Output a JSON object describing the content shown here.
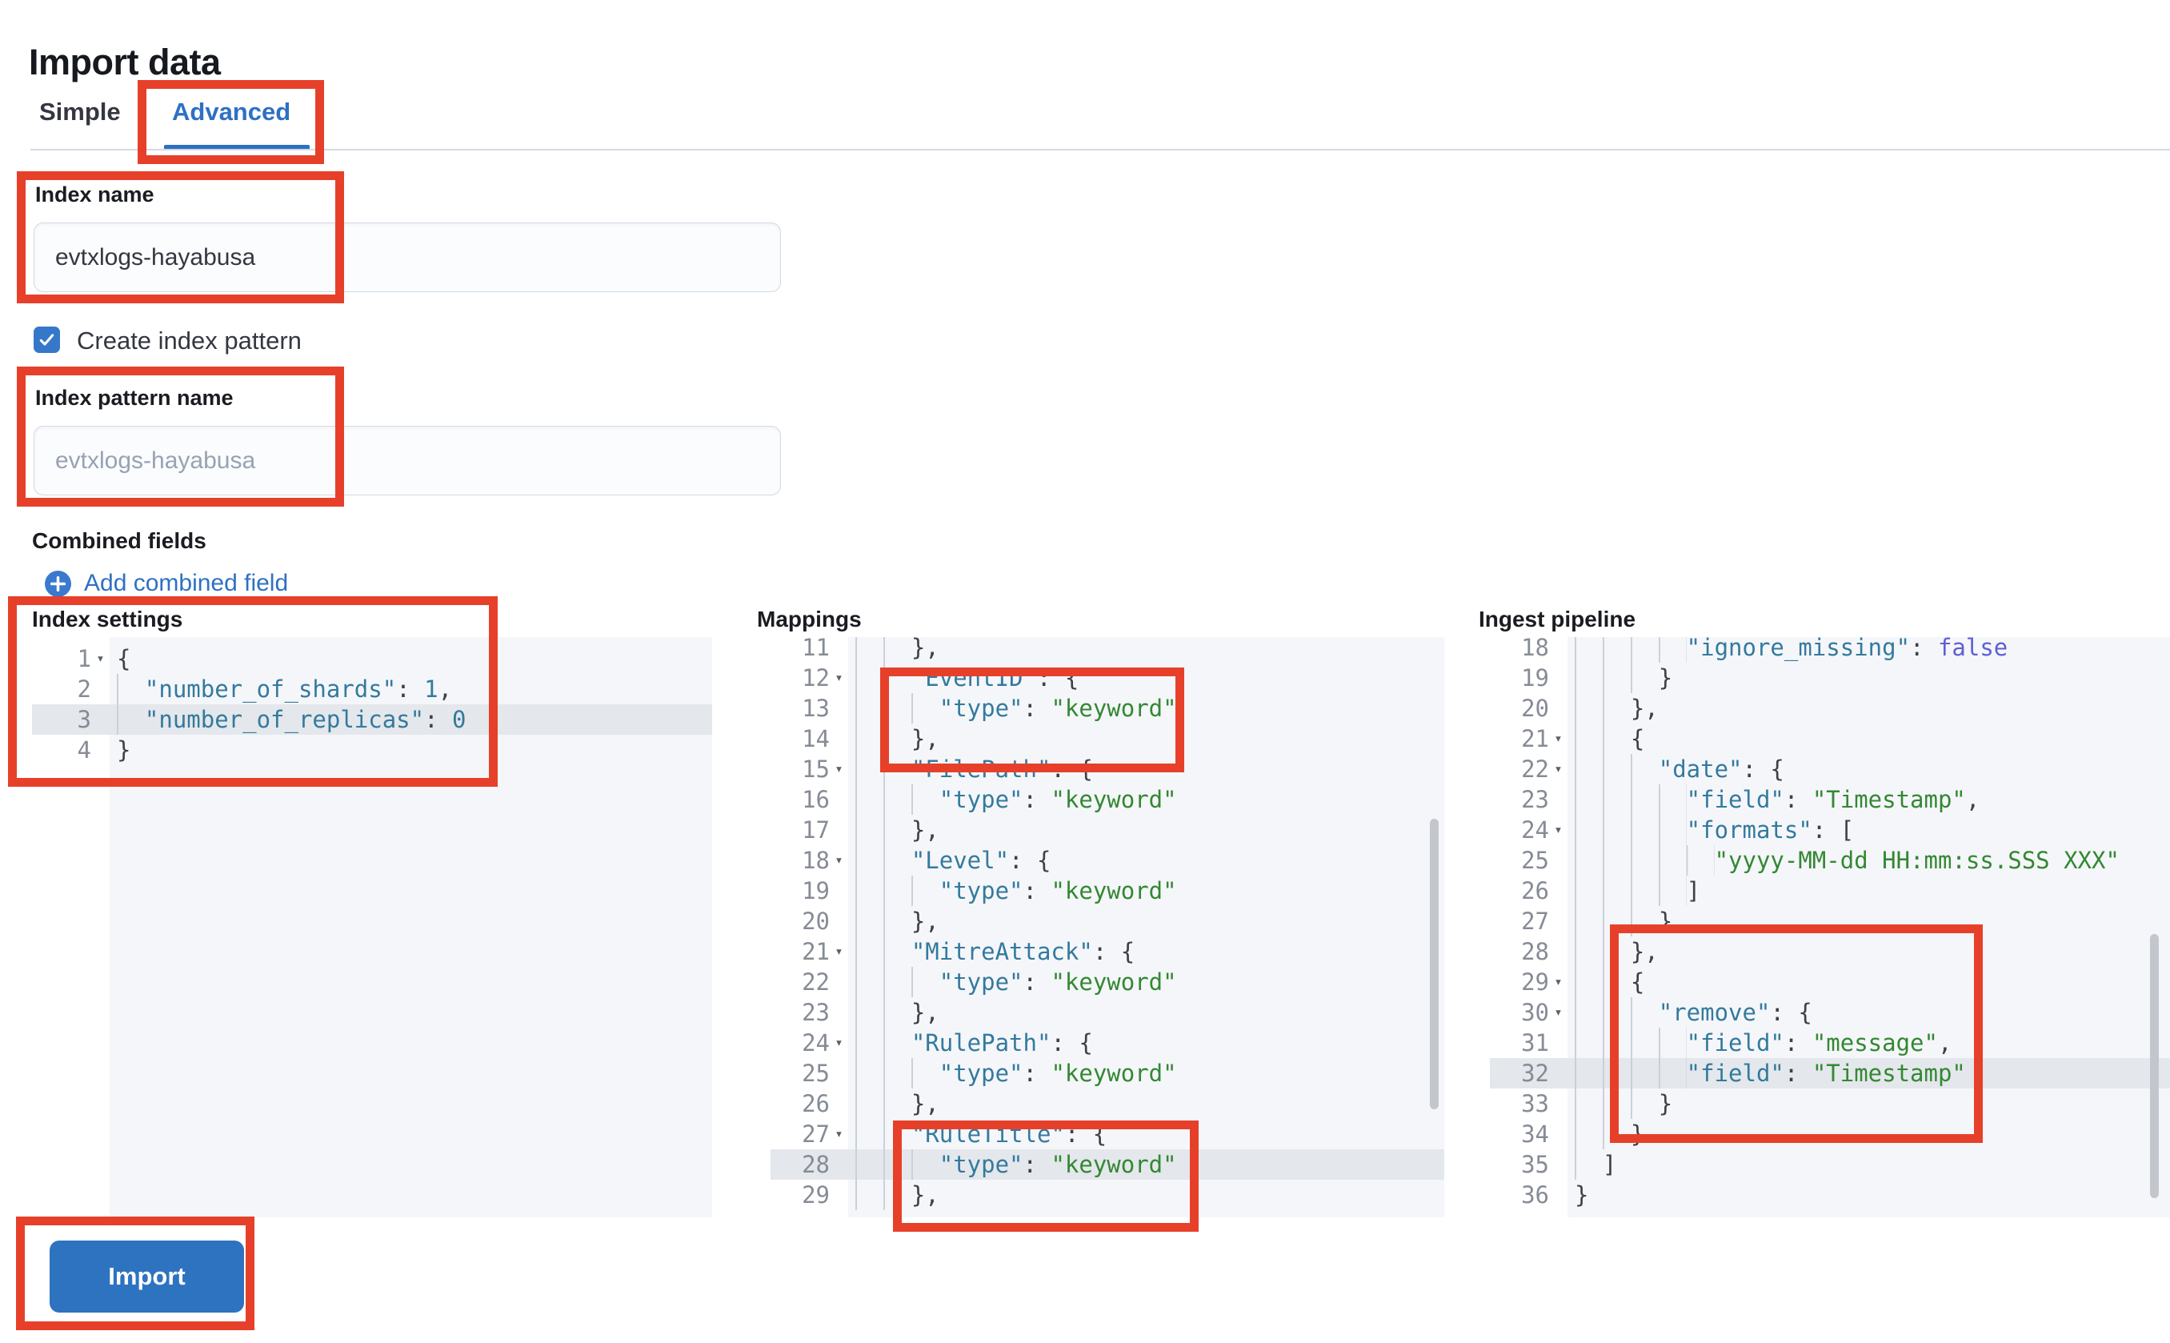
{
  "page": {
    "title": "Import data"
  },
  "tabs": [
    {
      "label": "Simple",
      "active": false
    },
    {
      "label": "Advanced",
      "active": true
    }
  ],
  "form": {
    "index_name_label": "Index name",
    "index_name_value": "evtxlogs-hayabusa",
    "create_index_pattern_label": "Create index pattern",
    "create_index_pattern_checked": true,
    "index_pattern_label": "Index pattern name",
    "index_pattern_placeholder": "evtxlogs-hayabusa",
    "combined_fields_label": "Combined fields",
    "add_combined_field_label": "Add combined field"
  },
  "editors": [
    {
      "id": "settings",
      "label": "Index settings",
      "active_line": 3,
      "lines": [
        [
          1,
          0,
          1,
          0,
          [
            [
              "p",
              "{"
            ]
          ]
        ],
        [
          2,
          1,
          0,
          0,
          [
            [
              "k",
              "\"number_of_shards\""
            ],
            [
              "p",
              ": "
            ],
            [
              "n",
              "1"
            ],
            [
              "p",
              ","
            ]
          ]
        ],
        [
          3,
          1,
          0,
          1,
          [
            [
              "k",
              "\"number_of_replicas\""
            ],
            [
              "p",
              ": "
            ],
            [
              "n",
              "0"
            ]
          ]
        ],
        [
          4,
          0,
          0,
          0,
          [
            [
              "p",
              "}"
            ]
          ]
        ]
      ]
    },
    {
      "id": "mappings",
      "label": "Mappings",
      "active_line": 28,
      "lines": [
        [
          11,
          2,
          0,
          0,
          [
            [
              "p",
              "},"
            ]
          ]
        ],
        [
          12,
          2,
          1,
          0,
          [
            [
              "k",
              "\"EventID\""
            ],
            [
              "p",
              ": {"
            ]
          ]
        ],
        [
          13,
          3,
          0,
          0,
          [
            [
              "k",
              "\"type\""
            ],
            [
              "p",
              ": "
            ],
            [
              "s",
              "\"keyword\""
            ]
          ]
        ],
        [
          14,
          2,
          0,
          0,
          [
            [
              "p",
              "},"
            ]
          ]
        ],
        [
          15,
          2,
          1,
          0,
          [
            [
              "k",
              "\"FilePath\""
            ],
            [
              "p",
              ": {"
            ]
          ]
        ],
        [
          16,
          3,
          0,
          0,
          [
            [
              "k",
              "\"type\""
            ],
            [
              "p",
              ": "
            ],
            [
              "s",
              "\"keyword\""
            ]
          ]
        ],
        [
          17,
          2,
          0,
          0,
          [
            [
              "p",
              "},"
            ]
          ]
        ],
        [
          18,
          2,
          1,
          0,
          [
            [
              "k",
              "\"Level\""
            ],
            [
              "p",
              ": {"
            ]
          ]
        ],
        [
          19,
          3,
          0,
          0,
          [
            [
              "k",
              "\"type\""
            ],
            [
              "p",
              ": "
            ],
            [
              "s",
              "\"keyword\""
            ]
          ]
        ],
        [
          20,
          2,
          0,
          0,
          [
            [
              "p",
              "},"
            ]
          ]
        ],
        [
          21,
          2,
          1,
          0,
          [
            [
              "k",
              "\"MitreAttack\""
            ],
            [
              "p",
              ": {"
            ]
          ]
        ],
        [
          22,
          3,
          0,
          0,
          [
            [
              "k",
              "\"type\""
            ],
            [
              "p",
              ": "
            ],
            [
              "s",
              "\"keyword\""
            ]
          ]
        ],
        [
          23,
          2,
          0,
          0,
          [
            [
              "p",
              "},"
            ]
          ]
        ],
        [
          24,
          2,
          1,
          0,
          [
            [
              "k",
              "\"RulePath\""
            ],
            [
              "p",
              ": {"
            ]
          ]
        ],
        [
          25,
          3,
          0,
          0,
          [
            [
              "k",
              "\"type\""
            ],
            [
              "p",
              ": "
            ],
            [
              "s",
              "\"keyword\""
            ]
          ]
        ],
        [
          26,
          2,
          0,
          0,
          [
            [
              "p",
              "},"
            ]
          ]
        ],
        [
          27,
          2,
          1,
          0,
          [
            [
              "k",
              "\"RuleTitle\""
            ],
            [
              "p",
              ": {"
            ]
          ]
        ],
        [
          28,
          3,
          0,
          1,
          [
            [
              "k",
              "\"type\""
            ],
            [
              "p",
              ": "
            ],
            [
              "s",
              "\"keyword\""
            ]
          ]
        ],
        [
          29,
          2,
          0,
          0,
          [
            [
              "p",
              "},"
            ]
          ]
        ]
      ]
    },
    {
      "id": "ingest",
      "label": "Ingest pipeline",
      "active_line": 32,
      "lines": [
        [
          18,
          4,
          0,
          0,
          [
            [
              "k",
              "\"ignore_missing\""
            ],
            [
              "p",
              ": "
            ],
            [
              "b",
              "false"
            ]
          ]
        ],
        [
          19,
          3,
          0,
          0,
          [
            [
              "p",
              "}"
            ]
          ]
        ],
        [
          20,
          2,
          0,
          0,
          [
            [
              "p",
              "},"
            ]
          ]
        ],
        [
          21,
          2,
          1,
          0,
          [
            [
              "p",
              "{"
            ]
          ]
        ],
        [
          22,
          3,
          1,
          0,
          [
            [
              "k",
              "\"date\""
            ],
            [
              "p",
              ": {"
            ]
          ]
        ],
        [
          23,
          4,
          0,
          0,
          [
            [
              "k",
              "\"field\""
            ],
            [
              "p",
              ": "
            ],
            [
              "s",
              "\"Timestamp\""
            ],
            [
              "p",
              ","
            ]
          ]
        ],
        [
          24,
          4,
          1,
          0,
          [
            [
              "k",
              "\"formats\""
            ],
            [
              "p",
              ": ["
            ]
          ]
        ],
        [
          25,
          5,
          0,
          0,
          [
            [
              "s",
              "\"yyyy-MM-dd HH:mm:ss.SSS XXX\""
            ]
          ]
        ],
        [
          26,
          4,
          0,
          0,
          [
            [
              "p",
              "]"
            ]
          ]
        ],
        [
          27,
          3,
          0,
          0,
          [
            [
              "p",
              "}"
            ]
          ]
        ],
        [
          28,
          2,
          0,
          0,
          [
            [
              "p",
              "},"
            ]
          ]
        ],
        [
          29,
          2,
          1,
          0,
          [
            [
              "p",
              "{"
            ]
          ]
        ],
        [
          30,
          3,
          1,
          0,
          [
            [
              "k",
              "\"remove\""
            ],
            [
              "p",
              ": {"
            ]
          ]
        ],
        [
          31,
          4,
          0,
          0,
          [
            [
              "k",
              "\"field\""
            ],
            [
              "p",
              ": "
            ],
            [
              "s",
              "\"message\""
            ],
            [
              "p",
              ","
            ]
          ]
        ],
        [
          32,
          4,
          0,
          1,
          [
            [
              "k",
              "\"field\""
            ],
            [
              "p",
              ": "
            ],
            [
              "s",
              "\"Timestamp\""
            ]
          ]
        ],
        [
          33,
          3,
          0,
          0,
          [
            [
              "p",
              "}"
            ]
          ]
        ],
        [
          34,
          2,
          0,
          0,
          [
            [
              "p",
              "}"
            ]
          ]
        ],
        [
          35,
          1,
          0,
          0,
          [
            [
              "p",
              "]"
            ]
          ]
        ],
        [
          36,
          0,
          0,
          0,
          [
            [
              "p",
              "}"
            ]
          ]
        ]
      ]
    }
  ],
  "import_button_label": "Import",
  "colors": {
    "accent_blue": "#2e70c3",
    "button_blue": "#2e73bf",
    "annotation_red": "#e7402a",
    "syntax_key": "#337a9e",
    "syntax_string": "#338833",
    "syntax_number": "#337a9e",
    "syntax_boolean": "#5f5bd8",
    "editor_background": "#f5f6f9",
    "active_line_background": "#e4e7eb",
    "divider": "#d3dae6"
  }
}
